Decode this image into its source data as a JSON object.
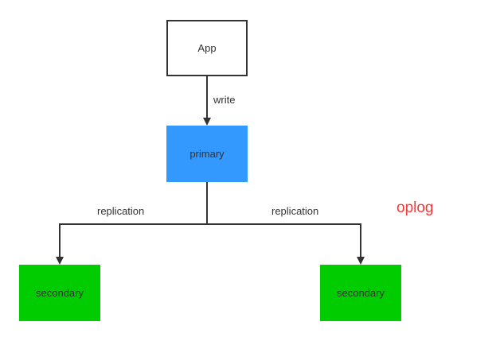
{
  "diagram": {
    "nodes": {
      "app": {
        "label": "App"
      },
      "primary": {
        "label": "primary"
      },
      "secondary_left": {
        "label": "secondary"
      },
      "secondary_right": {
        "label": "secondary"
      }
    },
    "edges": {
      "write": {
        "label": "write"
      },
      "replication_left": {
        "label": "replication"
      },
      "replication_right": {
        "label": "replication"
      }
    },
    "annotation": {
      "label": "oplog"
    }
  },
  "colors": {
    "primary_fill": "#3399ff",
    "secondary_fill": "#00cc00",
    "stroke": "#333333",
    "annotation_text": "#ff3333"
  }
}
